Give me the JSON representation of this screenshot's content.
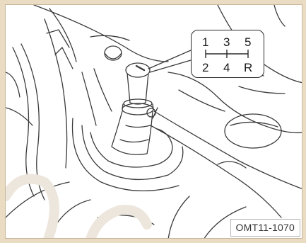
{
  "figure": {
    "code": "OMT11-1070",
    "shift_pattern": {
      "top_row": [
        "1",
        "3",
        "5"
      ],
      "bottom_row": [
        "2",
        "4",
        "R"
      ]
    },
    "colors": {
      "frame": "#e9dcc3",
      "line": "#2b2b2b",
      "background": "#ffffff"
    }
  }
}
